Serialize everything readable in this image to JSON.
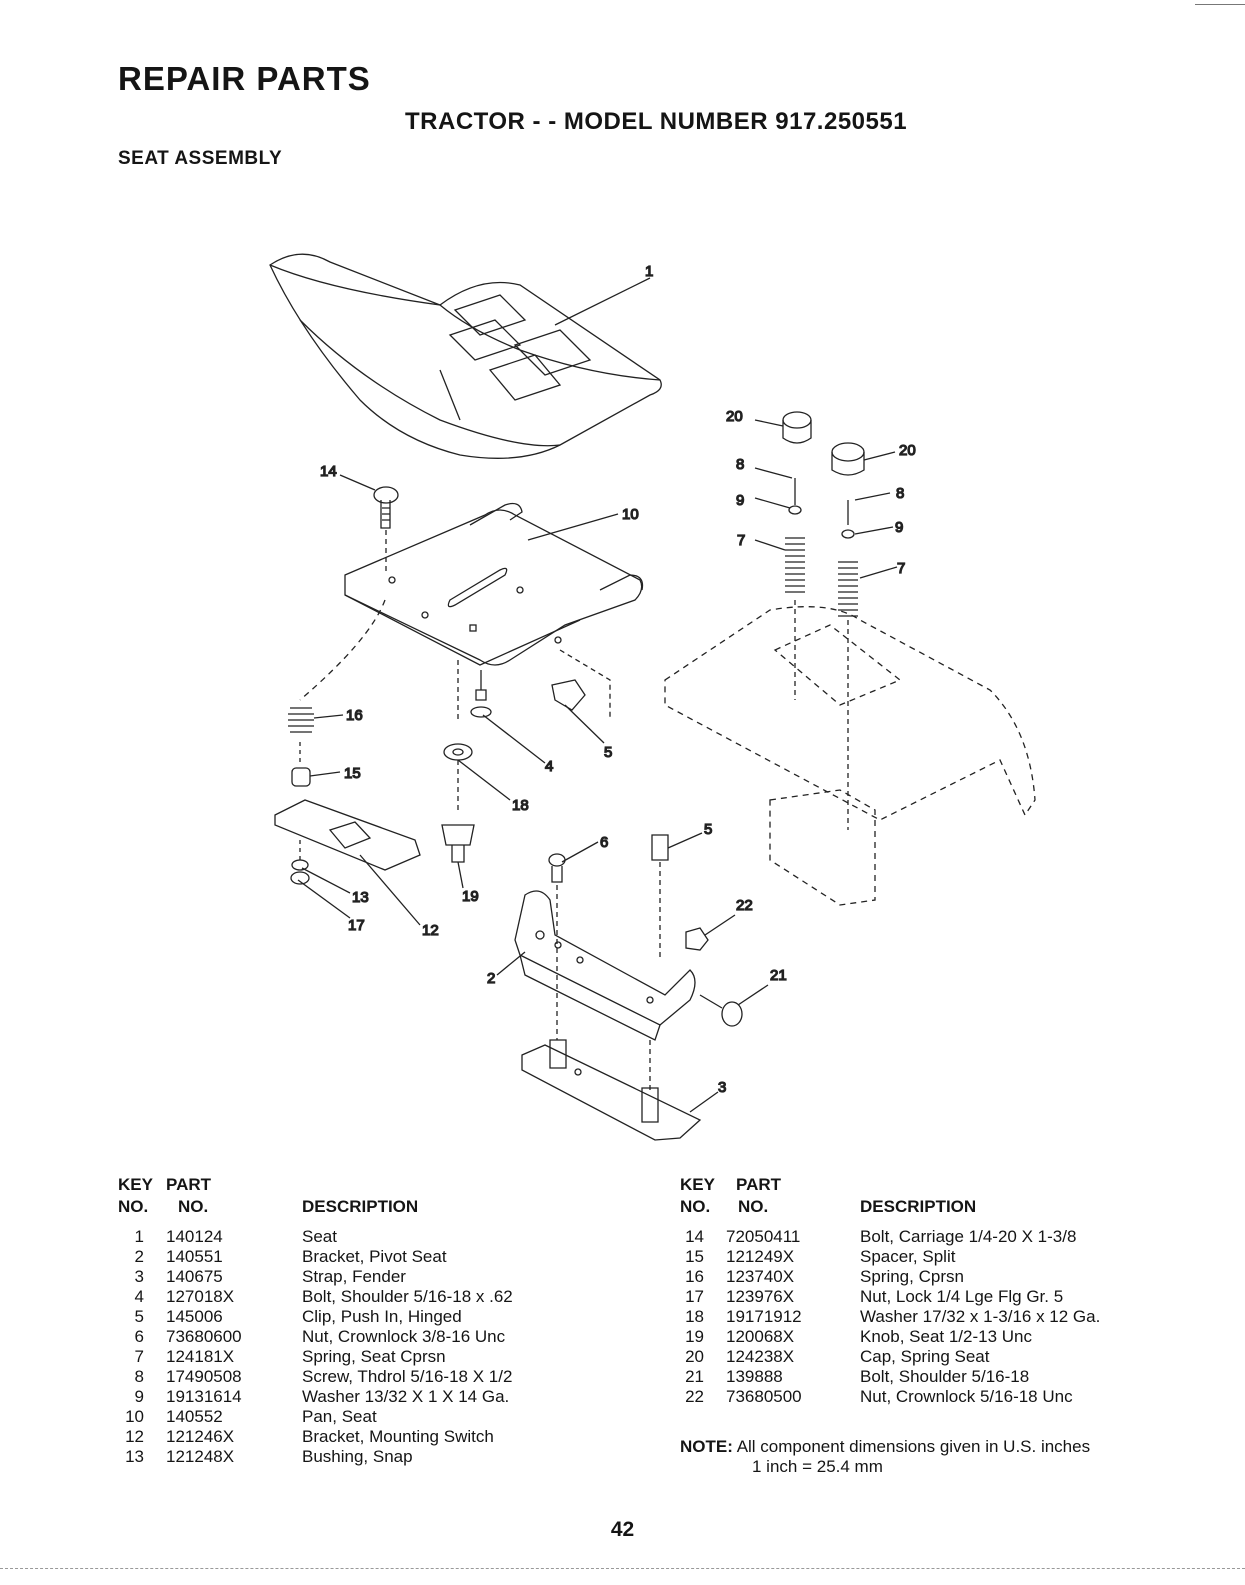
{
  "header": {
    "title": "REPAIR PARTS",
    "subtitle": "TRACTOR - - MODEL NUMBER 917.250551",
    "section": "SEAT ASSEMBLY"
  },
  "diagram": {
    "callouts": [
      "1",
      "20",
      "20",
      "8",
      "8",
      "9",
      "9",
      "7",
      "7",
      "14",
      "10",
      "16",
      "15",
      "4",
      "5",
      "18",
      "6",
      "5",
      "13",
      "19",
      "17",
      "12",
      "22",
      "2",
      "21",
      "3"
    ]
  },
  "table": {
    "headers": {
      "key_top": "KEY",
      "part_top": "PART",
      "key_bottom": "NO.",
      "part_bottom": "NO.",
      "description": "DESCRIPTION"
    },
    "left": [
      {
        "key": "1",
        "part": "140124",
        "desc": "Seat"
      },
      {
        "key": "2",
        "part": "140551",
        "desc": "Bracket, Pivot Seat"
      },
      {
        "key": "3",
        "part": "140675",
        "desc": "Strap, Fender"
      },
      {
        "key": "4",
        "part": "127018X",
        "desc": "Bolt, Shoulder  5/16-18 x .62"
      },
      {
        "key": "5",
        "part": "145006",
        "desc": "Clip, Push In, Hinged"
      },
      {
        "key": "6",
        "part": "73680600",
        "desc": "Nut, Crownlock  3/8-16 Unc"
      },
      {
        "key": "7",
        "part": "124181X",
        "desc": "Spring, Seat Cprsn"
      },
      {
        "key": "8",
        "part": "17490508",
        "desc": "Screw, Thdrol  5/16-18 X 1/2"
      },
      {
        "key": "9",
        "part": "19131614",
        "desc": "Washer  13/32 X 1 X 14 Ga."
      },
      {
        "key": "10",
        "part": "140552",
        "desc": "Pan, Seat"
      },
      {
        "key": "12",
        "part": "121246X",
        "desc": "Bracket, Mounting Switch"
      },
      {
        "key": "13",
        "part": "121248X",
        "desc": "Bushing, Snap"
      }
    ],
    "right": [
      {
        "key": "14",
        "part": "72050411",
        "desc": "Bolt, Carriage  1/4-20 X 1-3/8"
      },
      {
        "key": "15",
        "part": "121249X",
        "desc": "Spacer, Split"
      },
      {
        "key": "16",
        "part": "123740X",
        "desc": "Spring, Cprsn"
      },
      {
        "key": "17",
        "part": "123976X",
        "desc": "Nut, Lock  1/4 Lge Flg Gr. 5"
      },
      {
        "key": "18",
        "part": "19171912",
        "desc": "Washer  17/32 x 1-3/16 x 12 Ga."
      },
      {
        "key": "19",
        "part": "120068X",
        "desc": "Knob, Seat  1/2-13 Unc"
      },
      {
        "key": "20",
        "part": "124238X",
        "desc": "Cap, Spring Seat"
      },
      {
        "key": "21",
        "part": "139888",
        "desc": "Bolt, Shoulder  5/16-18"
      },
      {
        "key": "22",
        "part": "73680500",
        "desc": "Nut, Crownlock  5/16-18 Unc"
      }
    ]
  },
  "note": {
    "label": "NOTE:",
    "line1": "All component dimensions given in U.S. inches",
    "line2": "1 inch = 25.4 mm"
  },
  "page_number": "42"
}
